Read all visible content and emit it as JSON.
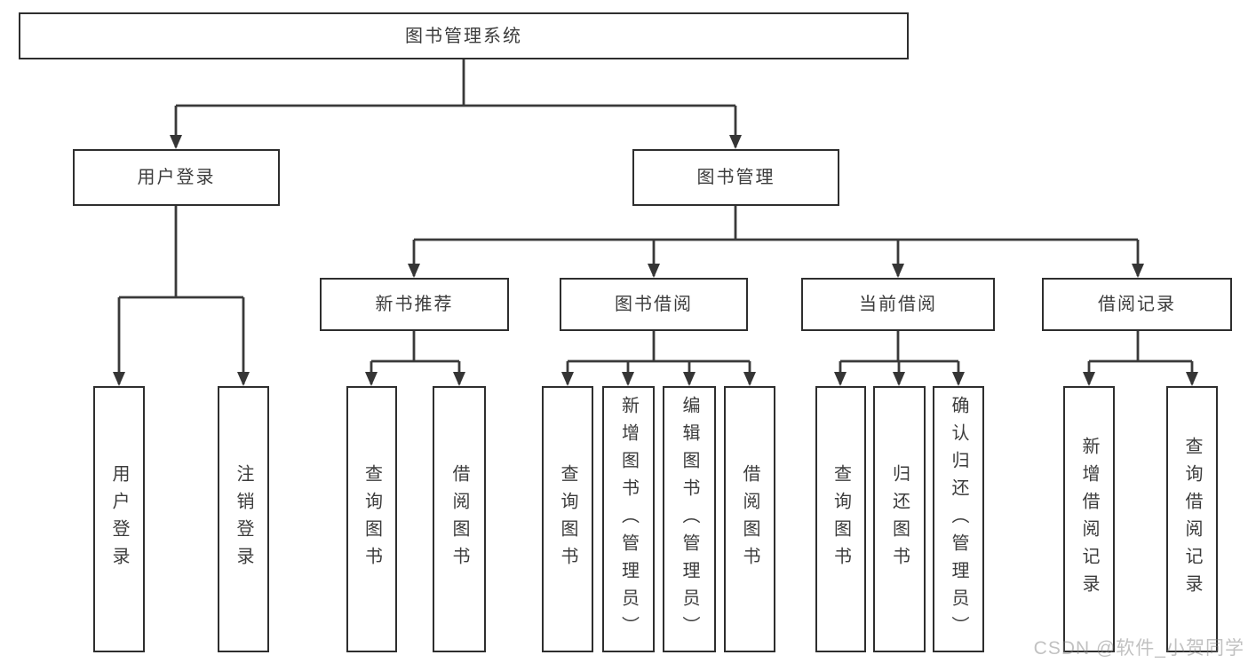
{
  "diagram": {
    "type": "hierarchy-tree",
    "root": {
      "label": "图书管理系统"
    },
    "level2": [
      {
        "id": "user-login",
        "label": "用户登录"
      },
      {
        "id": "book-management",
        "label": "图书管理"
      }
    ],
    "level3": [
      {
        "id": "new-book-recommend",
        "label": "新书推荐"
      },
      {
        "id": "book-borrowing",
        "label": "图书借阅"
      },
      {
        "id": "current-borrowing",
        "label": "当前借阅"
      },
      {
        "id": "borrowing-records",
        "label": "借阅记录"
      }
    ],
    "level4": {
      "user_login": [
        {
          "label": "用户登录"
        },
        {
          "label": "注销登录"
        }
      ],
      "new_book_recommend": [
        {
          "label": "查询图书"
        },
        {
          "label": "借阅图书"
        }
      ],
      "book_borrowing": [
        {
          "label": "查询图书"
        },
        {
          "label": "新增图书（管理员）"
        },
        {
          "label": "编辑图书（管理员）"
        },
        {
          "label": "借阅图书"
        }
      ],
      "current_borrowing": [
        {
          "label": "查询图书"
        },
        {
          "label": "归还图书"
        },
        {
          "label": "确认归还（管理员）"
        }
      ],
      "borrowing_records": [
        {
          "label": "新增借阅记录"
        },
        {
          "label": "查询借阅记录"
        }
      ]
    }
  },
  "watermark": {
    "text": "CSDN @软件_小贺同学"
  },
  "colors": {
    "line": "#3a3a3a",
    "box_border": "#2e2e2e",
    "text": "#3c3c3c",
    "watermark_text": "#c4c4c4",
    "background": "#ffffff"
  }
}
